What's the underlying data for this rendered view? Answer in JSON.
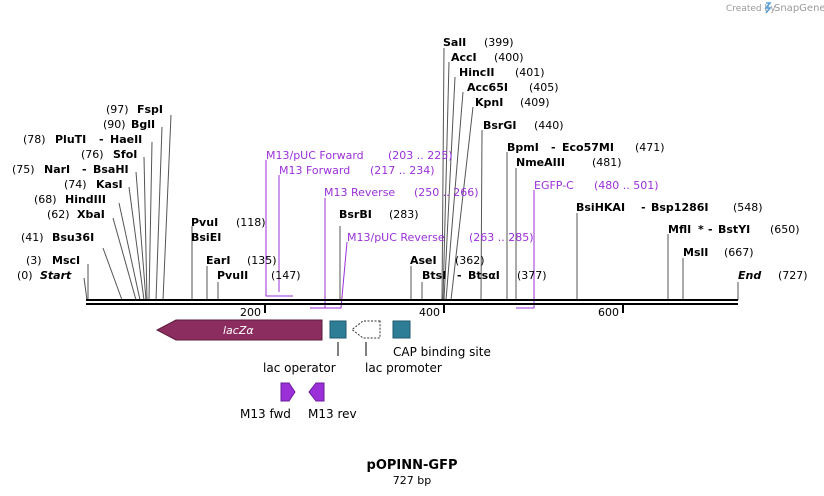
{
  "credit": {
    "created_by": "Created by",
    "brand": "SnapGene"
  },
  "map": {
    "name": "pOPINN-GFP",
    "length_label": "727 bp",
    "ticks": [
      "200",
      "400",
      "600"
    ]
  },
  "sites": [
    {
      "id": "start",
      "label": "Start",
      "pos": "(0)"
    },
    {
      "id": "mscI",
      "label": "MscI",
      "pos": "(3)"
    },
    {
      "id": "bsu36I",
      "label": "Bsu36I",
      "pos": "(41)"
    },
    {
      "id": "xbaI",
      "label": "XbaI",
      "pos": "(62)"
    },
    {
      "id": "hindIII",
      "label": "HindIII",
      "pos": "(68)"
    },
    {
      "id": "kasI",
      "label": "KasI",
      "pos": "(74)"
    },
    {
      "id": "narI",
      "label": "NarI",
      "label2": "BsaHI",
      "pos": "(75)"
    },
    {
      "id": "sfoI",
      "label": "SfoI",
      "pos": "(76)"
    },
    {
      "id": "pluTI",
      "label": "PluTI",
      "label2": "HaeII",
      "pos": "(78)"
    },
    {
      "id": "bglI",
      "label": "BglI",
      "pos": "(90)"
    },
    {
      "id": "fspI",
      "label": "FspI",
      "pos": "(97)"
    },
    {
      "id": "pvuI",
      "label": "PvuI",
      "pos": "(118)"
    },
    {
      "id": "bsiEI",
      "label": "BsiEI"
    },
    {
      "id": "earI",
      "label": "EarI",
      "pos": "(135)"
    },
    {
      "id": "pvuII",
      "label": "PvuII",
      "pos": "(147)"
    },
    {
      "id": "bsrBI",
      "label": "BsrBI",
      "pos": "(283)"
    },
    {
      "id": "aseI",
      "label": "AseI",
      "pos": "(362)"
    },
    {
      "id": "bstI",
      "label": "BtsI",
      "label2": "BtsαI",
      "pos": "(377)"
    },
    {
      "id": "salI",
      "label": "SalI",
      "pos": "(399)"
    },
    {
      "id": "accI",
      "label": "AccI",
      "pos": "(400)"
    },
    {
      "id": "hincII",
      "label": "HincII",
      "pos": "(401)"
    },
    {
      "id": "acc65I",
      "label": "Acc65I",
      "pos": "(405)"
    },
    {
      "id": "kpnI",
      "label": "KpnI",
      "pos": "(409)"
    },
    {
      "id": "bsrGI",
      "label": "BsrGI",
      "pos": "(440)"
    },
    {
      "id": "bpmI",
      "label": "BpmI",
      "label2": "Eco57MI",
      "pos": "(471)"
    },
    {
      "id": "nmeAIII",
      "label": "NmeAIII",
      "pos": "(481)"
    },
    {
      "id": "bsiHKAI",
      "label": "BsiHKAI",
      "label2": "Bsp1286I",
      "pos": "(548)"
    },
    {
      "id": "mflI",
      "label": "MflI",
      "mark": "*",
      "label2": "BstYI",
      "pos": "(650)"
    },
    {
      "id": "mslI",
      "label": "MslI",
      "pos": "(667)"
    },
    {
      "id": "end",
      "label": "End",
      "pos": "(727)"
    }
  ],
  "primers": [
    {
      "id": "m13puc_fwd",
      "label": "M13/pUC Forward",
      "range": "(203 .. 225)"
    },
    {
      "id": "m13_fwd",
      "label": "M13 Forward",
      "range": "(217 .. 234)"
    },
    {
      "id": "m13_rev",
      "label": "M13 Reverse",
      "range": "(250 .. 266)"
    },
    {
      "id": "m13puc_rev",
      "label": "M13/pUC Reverse",
      "range": "(263 .. 285)"
    },
    {
      "id": "egfp_c",
      "label": "EGFP-C",
      "range": "(480 .. 501)"
    }
  ],
  "features": {
    "lacz": "lacZα",
    "lac_operator": "lac operator",
    "lac_promoter": "lac promoter",
    "cap_site": "CAP binding site",
    "m13_fwd": "M13 fwd",
    "m13_rev": "M13 rev"
  },
  "colors": {
    "lacz": "#8b2d5e",
    "operator": "#2d7d96",
    "primer": "#9b30d9",
    "backbone": "#000000"
  }
}
